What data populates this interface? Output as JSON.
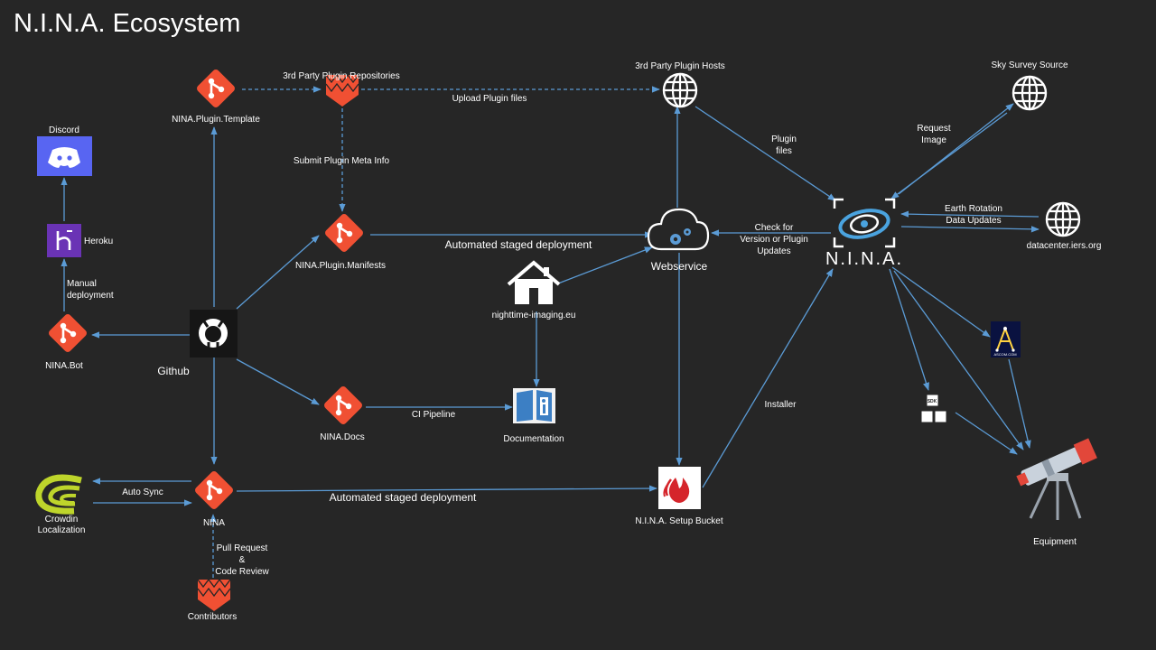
{
  "title": "N.I.N.A. Ecosystem",
  "nodes": {
    "template": "NINA.Plugin.Template",
    "third_party_repos": "3rd Party Plugin Repositories",
    "third_party_hosts": "3rd Party Plugin Hosts",
    "sky_survey": "Sky Survey Source",
    "discord": "Discord",
    "heroku": "Heroku",
    "manifests": "NINA.Plugin.Manifests",
    "webservice": "Webservice",
    "nina_logo_text": "N.I.N.A.",
    "datacenter": "datacenter.iers.org",
    "nighttime": "nighttime-imaging.eu",
    "bot": "NINA.Bot",
    "github": "Github",
    "docs": "NINA.Docs",
    "documentation": "Documentation",
    "crowdin_1": "Crowdin",
    "crowdin_2": "Localization",
    "nina": "NINA",
    "setup_bucket": "N.I.N.A. Setup Bucket",
    "contributors": "Contributors",
    "equipment": "Equipment",
    "ascom": "ASCOM.COM",
    "sdk": "SDK"
  },
  "edges": {
    "upload_plugin_files": "Upload Plugin files",
    "submit_meta": "Submit Plugin Meta Info",
    "plugin_files_1": "Plugin",
    "plugin_files_2": "files",
    "request_image_1": "Request",
    "request_image_2": "Image",
    "earth_rotation_1": "Earth Rotation",
    "earth_rotation_2": "Data Updates",
    "check_for_1": "Check for",
    "check_for_2": "Version or Plugin",
    "check_for_3": "Updates",
    "automated_1": "Automated staged deployment",
    "manual_1": "Manual",
    "manual_2": "deployment",
    "ci_pipeline": "CI Pipeline",
    "installer": "Installer",
    "auto_sync": "Auto Sync",
    "automated_2": "Automated staged deployment",
    "pull_request_1": "Pull Request",
    "pull_request_2": "&",
    "pull_request_3": "Code Review"
  },
  "colors": {
    "background": "#262626",
    "arrow": "#5b9bd5",
    "git": "#f05033",
    "discord": "#5865f2",
    "heroku": "#6a33b5",
    "crowdin": "#bed52b",
    "bucket": "#d5252b"
  }
}
